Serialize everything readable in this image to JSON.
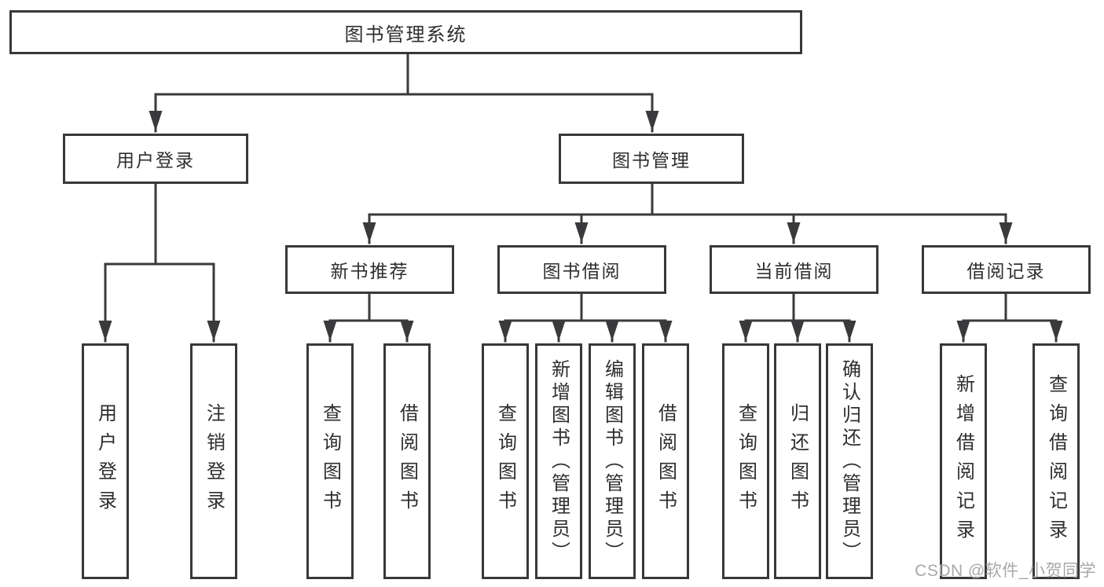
{
  "diagram": {
    "root": {
      "label": "图书管理系统"
    },
    "branches": [
      {
        "label": "用户登录",
        "children": [
          {
            "label": "用户登录"
          },
          {
            "label": "注销登录"
          }
        ]
      },
      {
        "label": "图书管理",
        "children": [
          {
            "label": "新书推荐",
            "children": [
              {
                "label": "查询图书"
              },
              {
                "label": "借阅图书"
              }
            ]
          },
          {
            "label": "图书借阅",
            "children": [
              {
                "label": "查询图书"
              },
              {
                "label": "新增图书（管理员）"
              },
              {
                "label": "编辑图书（管理员）"
              },
              {
                "label": "借阅图书"
              }
            ]
          },
          {
            "label": "当前借阅",
            "children": [
              {
                "label": "查询图书"
              },
              {
                "label": "归还图书"
              },
              {
                "label": "确认归还（管理员）"
              }
            ]
          },
          {
            "label": "借阅记录",
            "children": [
              {
                "label": "新增借阅记录"
              },
              {
                "label": "查询借阅记录"
              }
            ]
          }
        ]
      }
    ]
  },
  "watermark": "CSDN @软件_小贺同学",
  "colors": {
    "line": "#3a3a3c",
    "box_border": "#38383b",
    "text": "#2e2e2e",
    "watermark": "#a8a8a8",
    "background": "#ffffff"
  }
}
